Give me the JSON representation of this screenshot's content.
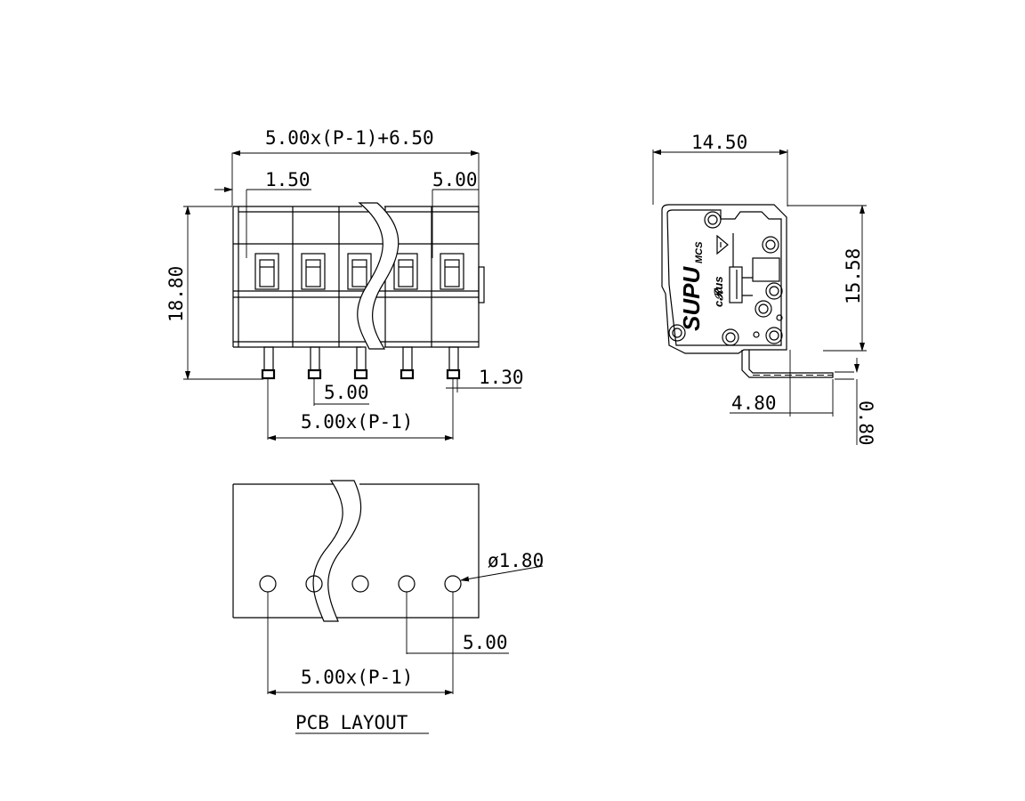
{
  "front_view": {
    "overall_width_label": "5.00x(P-1)+6.50",
    "edge_offset_label": "1.50",
    "pitch_top_label": "5.00",
    "height_label": "18.80",
    "pin_width_label": "1.30",
    "pin_pitch_label": "5.00",
    "pin_span_label": "5.00x(P-1)"
  },
  "side_view": {
    "depth_label": "14.50",
    "body_height_label": "15.58",
    "pin_offset_label": "4.80",
    "pin_thickness_label": "0.80",
    "logo_brand": "SUPU",
    "logo_suffix": "MCS",
    "cert_mark": "c𝓡us"
  },
  "pcb_layout": {
    "title": "PCB LAYOUT",
    "hole_diameter_label": "ø1.80",
    "hole_pitch_label": "5.00",
    "hole_span_label": "5.00x(P-1)"
  }
}
